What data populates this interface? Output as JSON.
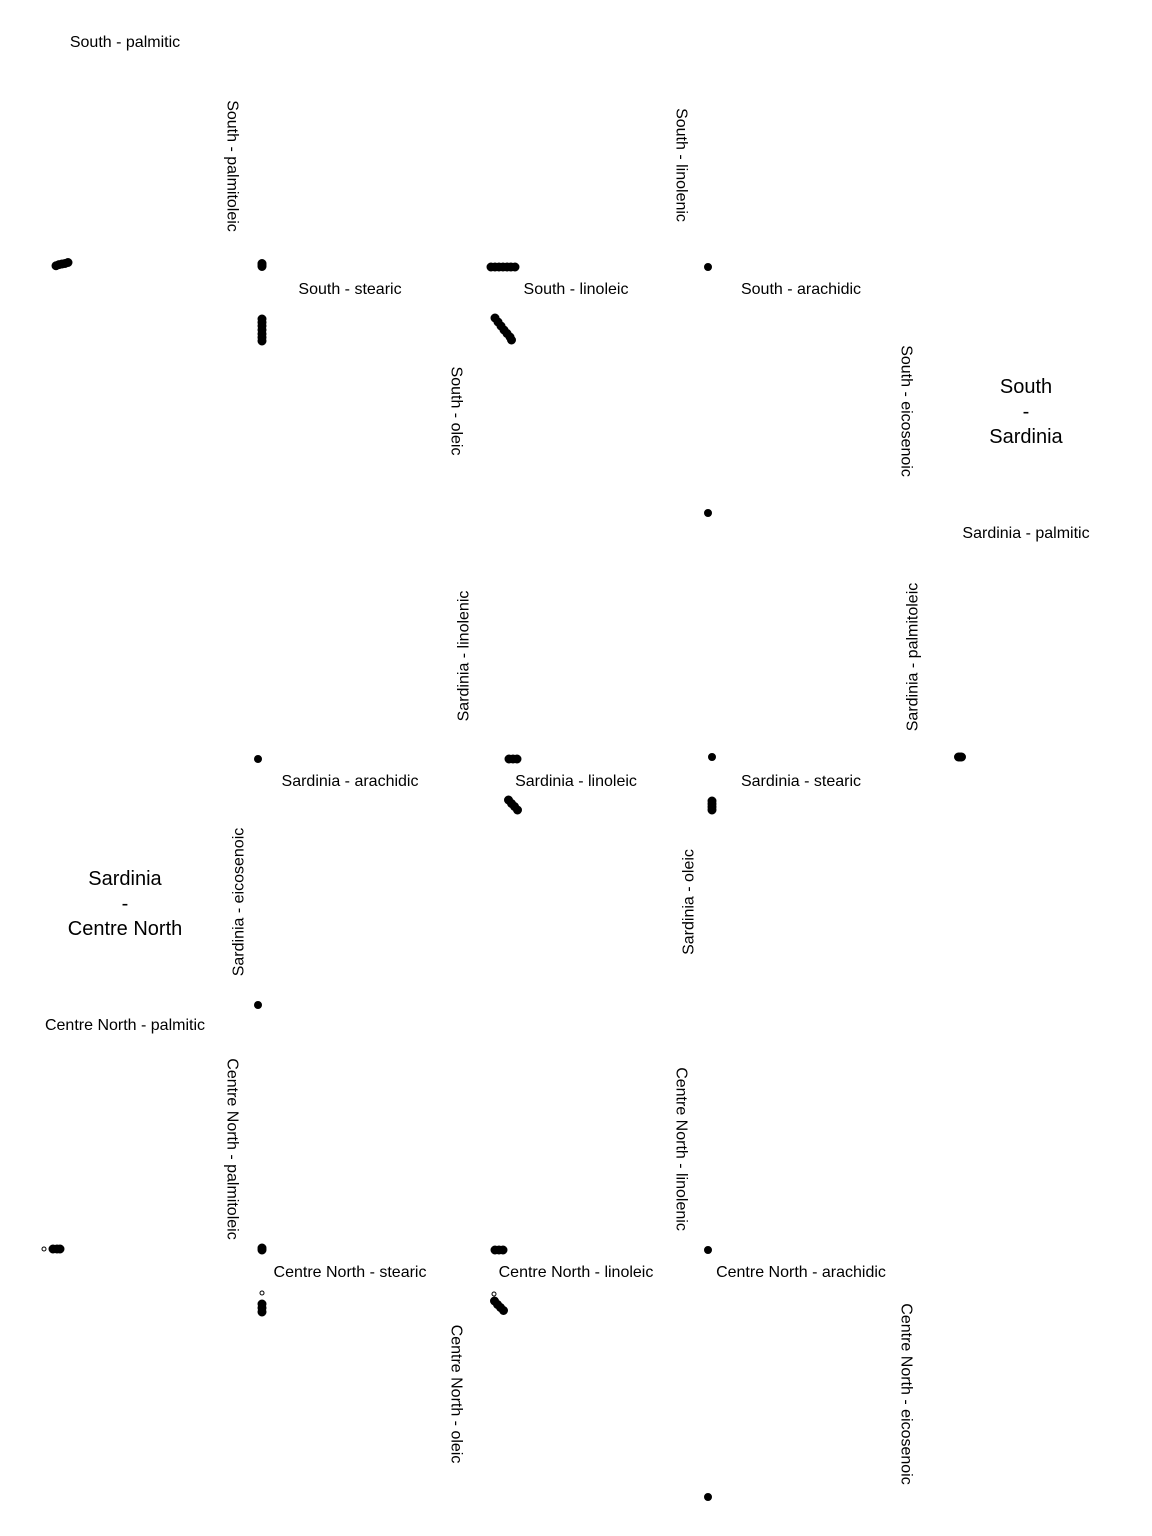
{
  "chart_data": {
    "type": "scatter",
    "ink_color": "#000000",
    "background_color": "#ffffff",
    "grid": false,
    "blocks": [
      {
        "id": "south",
        "title_lines": [
          "South",
          "-",
          "Sardinia"
        ],
        "labels": [
          "South - palmitic",
          "South - palmitoleic",
          "South - stearic",
          "South - oleic",
          "South - linoleic",
          "South - linolenic",
          "South - arachidic",
          "South - eicosenoic"
        ],
        "clusters": [
          {
            "name": "palmitic-palmitoleic",
            "shape": "blob",
            "points": [
              [
                -1.2,
                0.35
              ],
              [
                -0.6,
                0.12
              ],
              [
                0,
                0
              ],
              [
                0.6,
                -0.1
              ],
              [
                1.2,
                -0.3
              ]
            ]
          },
          {
            "name": "palmitoleic-stearic",
            "shape": "blob",
            "points": [
              [
                0,
                -0.3
              ],
              [
                0,
                0
              ],
              [
                0,
                0.3
              ]
            ]
          },
          {
            "name": "stearic-oleic",
            "shape": "blob",
            "points": [
              [
                0,
                -2.2
              ],
              [
                0,
                -1.5
              ],
              [
                0,
                -0.8
              ],
              [
                0,
                0
              ],
              [
                0,
                0.8
              ],
              [
                0,
                1.5
              ],
              [
                0,
                2.2
              ]
            ]
          },
          {
            "name": "oleic-linoleic-top",
            "shape": "blob",
            "points": [
              [
                -2.4,
                0
              ],
              [
                -1.6,
                0
              ],
              [
                -0.8,
                0
              ],
              [
                0,
                0
              ],
              [
                0.8,
                0
              ],
              [
                1.6,
                0
              ],
              [
                2.4,
                0
              ]
            ]
          },
          {
            "name": "oleic-linoleic-diag",
            "shape": "blob",
            "points": [
              [
                -1.6,
                -2.2
              ],
              [
                -1,
                -1.4
              ],
              [
                -0.4,
                -0.6
              ],
              [
                0.2,
                0.2
              ],
              [
                0.8,
                0.9
              ],
              [
                1.4,
                1.6
              ],
              [
                1.7,
                2.2
              ]
            ]
          },
          {
            "name": "linolenic-arachidic",
            "shape": "dot",
            "points": [
              [
                0,
                0
              ]
            ]
          },
          {
            "name": "arachidic-eicosenoic",
            "shape": "dot",
            "points": [
              [
                0,
                0
              ]
            ]
          }
        ]
      },
      {
        "id": "sardinia",
        "title_lines": [
          "Sardinia",
          "-",
          "Centre North"
        ],
        "labels": [
          "Sardinia - palmitic",
          "Sardinia - palmitoleic",
          "Sardinia - stearic",
          "Sardinia - oleic",
          "Sardinia - linoleic",
          "Sardinia - linolenic",
          "Sardinia - arachidic",
          "Sardinia - eicosenoic"
        ],
        "clusters": [
          {
            "name": "palmitic-palmitoleic",
            "shape": "blob",
            "points": [
              [
                -0.3,
                0
              ],
              [
                0,
                0
              ],
              [
                0.3,
                0
              ]
            ]
          },
          {
            "name": "palmitoleic-stearic",
            "shape": "dot",
            "points": [
              [
                0,
                0
              ]
            ]
          },
          {
            "name": "stearic-oleic",
            "shape": "blob",
            "points": [
              [
                0,
                -1
              ],
              [
                0,
                -0.4
              ],
              [
                0,
                0.2
              ],
              [
                0,
                0.8
              ]
            ]
          },
          {
            "name": "oleic-linoleic-top",
            "shape": "blob",
            "points": [
              [
                -0.8,
                0
              ],
              [
                0,
                0
              ],
              [
                0.8,
                0
              ]
            ]
          },
          {
            "name": "oleic-linoleic-diag",
            "shape": "blob",
            "points": [
              [
                -0.9,
                -1
              ],
              [
                -0.3,
                -0.3
              ],
              [
                0.3,
                0.3
              ],
              [
                0.9,
                1
              ]
            ]
          },
          {
            "name": "linolenic-arachidic",
            "shape": "dot",
            "points": [
              [
                0,
                0
              ]
            ]
          },
          {
            "name": "arachidic-eicosenoic",
            "shape": "dot",
            "points": [
              [
                0,
                0
              ]
            ]
          }
        ]
      },
      {
        "id": "centre-north",
        "title_lines": [],
        "labels": [
          "Centre North - palmitic",
          "Centre North - palmitoleic",
          "Centre North - stearic",
          "Centre North - oleic",
          "Centre North - linoleic",
          "Centre North - linolenic",
          "Centre North - arachidic",
          "Centre North - eicosenoic"
        ],
        "clusters": [
          {
            "name": "palmitic-palmitoleic",
            "shape": "blob",
            "points": [
              [
                -0.8,
                0
              ],
              [
                0,
                0
              ],
              [
                0.6,
                0
              ]
            ],
            "outliers": [
              [
                -2.6,
                0
              ]
            ]
          },
          {
            "name": "palmitoleic-stearic",
            "shape": "blob",
            "points": [
              [
                0,
                -0.2
              ],
              [
                0,
                0.2
              ]
            ]
          },
          {
            "name": "stearic-oleic",
            "shape": "blob",
            "points": [
              [
                0,
                -0.8
              ],
              [
                0,
                0
              ],
              [
                0,
                0.8
              ]
            ],
            "outliers": [
              [
                0,
                -3
              ]
            ]
          },
          {
            "name": "oleic-linoleic-top",
            "shape": "blob",
            "points": [
              [
                -0.8,
                0
              ],
              [
                0,
                0
              ],
              [
                0.8,
                0
              ]
            ]
          },
          {
            "name": "oleic-linoleic-diag",
            "shape": "blob",
            "points": [
              [
                -0.9,
                -1
              ],
              [
                -0.3,
                -0.3
              ],
              [
                0.3,
                0.3
              ],
              [
                0.9,
                0.9
              ]
            ],
            "outliers": [
              [
                -1,
                -2.4
              ]
            ]
          },
          {
            "name": "linolenic-arachidic",
            "shape": "dot",
            "points": [
              [
                0,
                0
              ]
            ]
          },
          {
            "name": "arachidic-eicosenoic",
            "shape": "dot",
            "points": [
              [
                0,
                0
              ]
            ]
          }
        ]
      }
    ]
  }
}
